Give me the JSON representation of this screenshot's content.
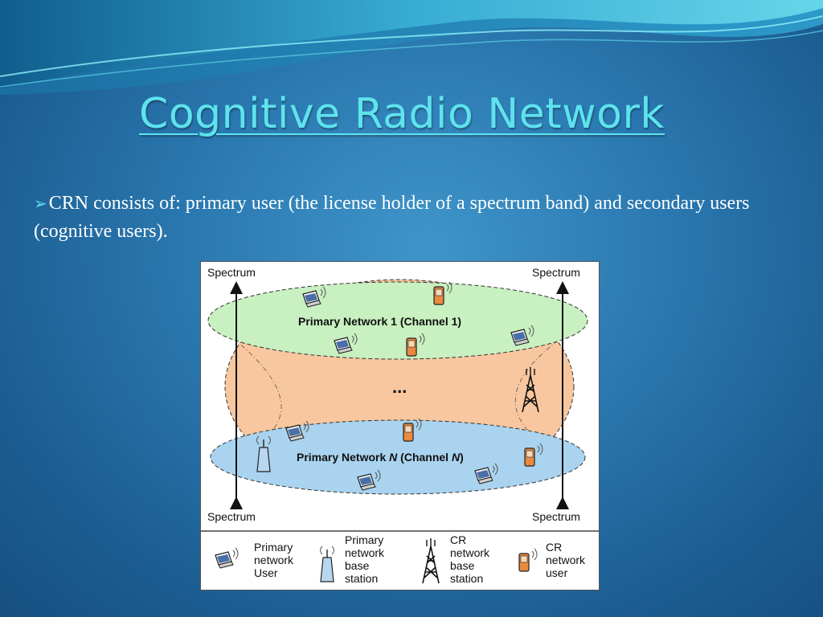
{
  "slide": {
    "title": "Cognitive Radio Network",
    "bullet_text": "CRN consists of: primary user (the license holder of a spectrum band) and secondary users (cognitive users).",
    "colors": {
      "title": "#5ee3ee",
      "background": "#2a78b0",
      "bullet_arrow": "#5ee3ee"
    }
  },
  "figure": {
    "spectrum_label": "Spectrum",
    "network_1_label": "Primary Network 1 (Channel 1)",
    "network_n_label_prefix": "Primary Network ",
    "network_n_italic": "N",
    "network_n_label_mid": " (Channel ",
    "network_n_label_suffix": ")",
    "ellipsis": "...",
    "colors": {
      "network_1_fill": "#c8f0c0",
      "network_n_fill": "#a9d3ef",
      "overlap_fill": "#f8c79f"
    },
    "legend": [
      {
        "icon": "laptop-icon",
        "lines": [
          "Primary",
          "network",
          "User"
        ]
      },
      {
        "icon": "base-station-icon",
        "lines": [
          "Primary",
          "network",
          "base",
          "station"
        ]
      },
      {
        "icon": "tower-icon",
        "lines": [
          "CR",
          "network",
          "base",
          "station"
        ]
      },
      {
        "icon": "phone-icon",
        "lines": [
          "CR",
          "network",
          "user"
        ]
      }
    ]
  }
}
